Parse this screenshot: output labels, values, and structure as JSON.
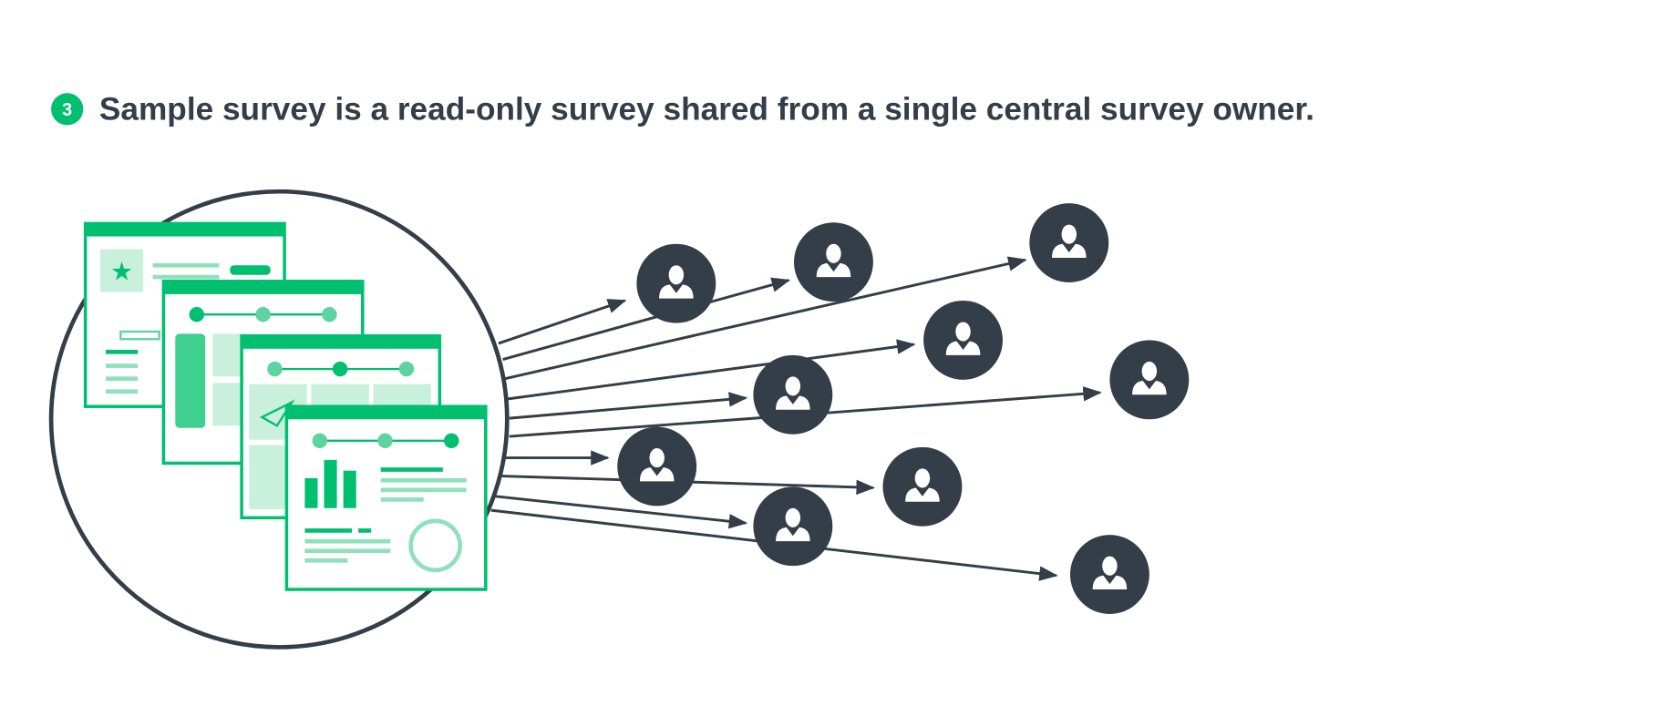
{
  "step": {
    "number": "3",
    "text": "Sample survey is a read-only survey shared from a single central survey owner."
  },
  "colors": {
    "accent": "#00bf6f",
    "accent_light": "#c8f0dc",
    "accent_mid": "#5dd3a0",
    "dark": "#333e48"
  },
  "recipients_count": 10
}
